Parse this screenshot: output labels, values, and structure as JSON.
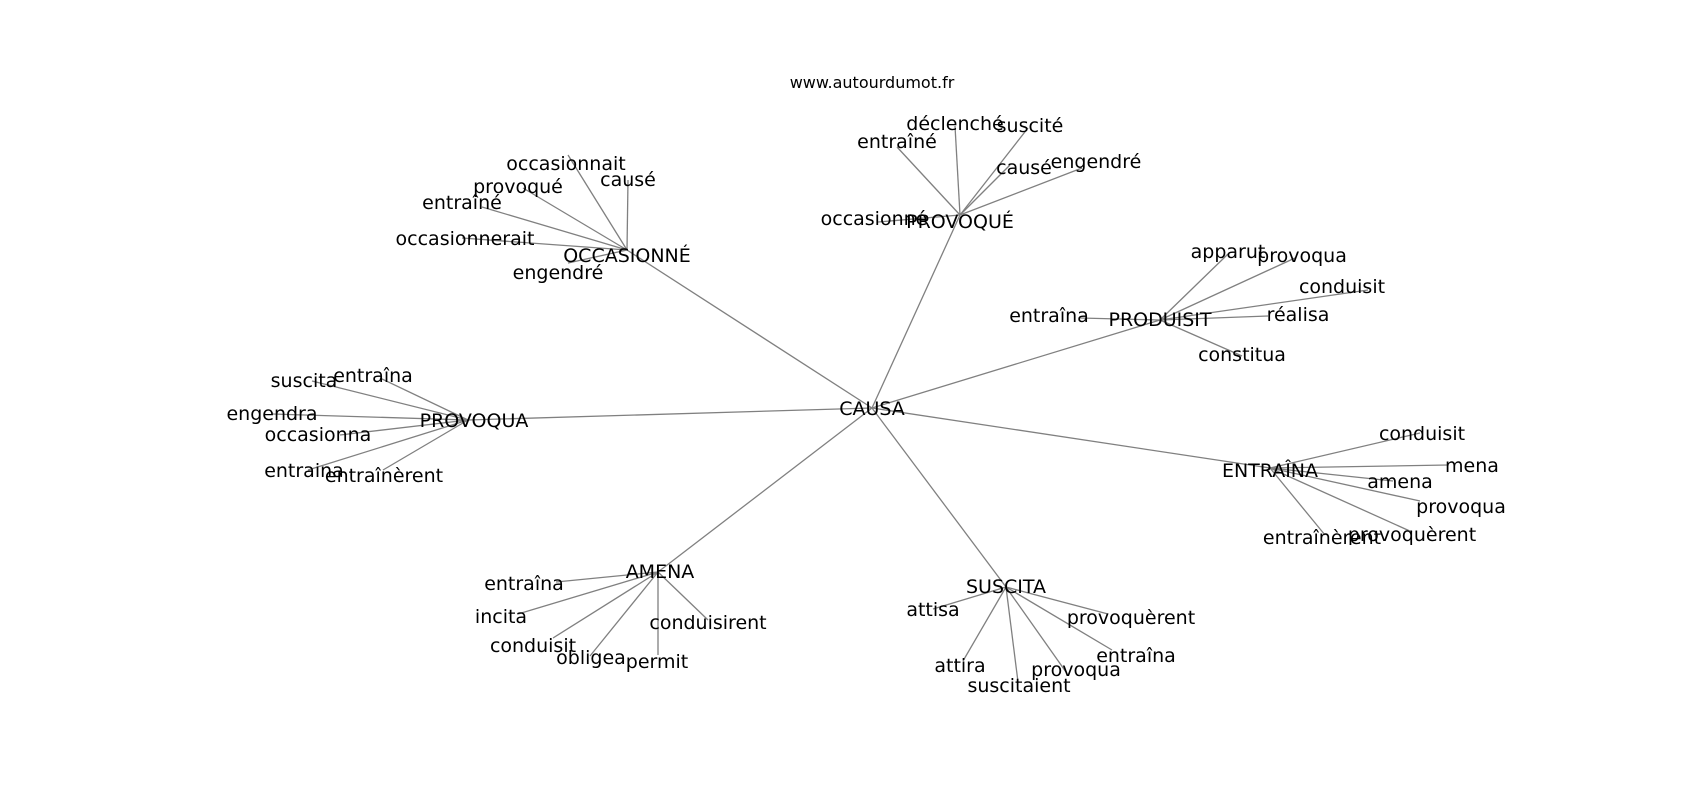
{
  "watermark": "www.autourdumot.fr",
  "center": "CAUSA",
  "colors": {
    "edge": "#808080",
    "text": "#000000",
    "background": "#ffffff"
  },
  "clusters": [
    {
      "hub": "OCCASIONNÉ",
      "leaves": [
        "occasionnait",
        "causé",
        "provoqué",
        "entraîné",
        "occasionnerait",
        "engendré"
      ]
    },
    {
      "hub": "PROVOQUÉ",
      "leaves": [
        "entraîné",
        "déclenché",
        "suscité",
        "causé",
        "engendré",
        "occasionné"
      ]
    },
    {
      "hub": "PRODUISIT",
      "leaves": [
        "apparut",
        "provoqua",
        "conduisit",
        "entraîna",
        "réalisa",
        "constitua"
      ]
    },
    {
      "hub": "PROVOQUA",
      "leaves": [
        "suscita",
        "entraîna",
        "engendra",
        "occasionna",
        "entraina",
        "entraînèrent"
      ]
    },
    {
      "hub": "ENTRAÎNA",
      "leaves": [
        "conduisit",
        "mena",
        "amena",
        "provoqua",
        "entraînèrent",
        "provoquèrent"
      ]
    },
    {
      "hub": "AMENA",
      "leaves": [
        "entraîna",
        "incita",
        "conduisit",
        "obligea",
        "permit",
        "conduisirent"
      ]
    },
    {
      "hub": "SUSCITA",
      "leaves": [
        "attisa",
        "provoquèrent",
        "entraîna",
        "attira",
        "provoqua",
        "suscitaient"
      ]
    }
  ]
}
